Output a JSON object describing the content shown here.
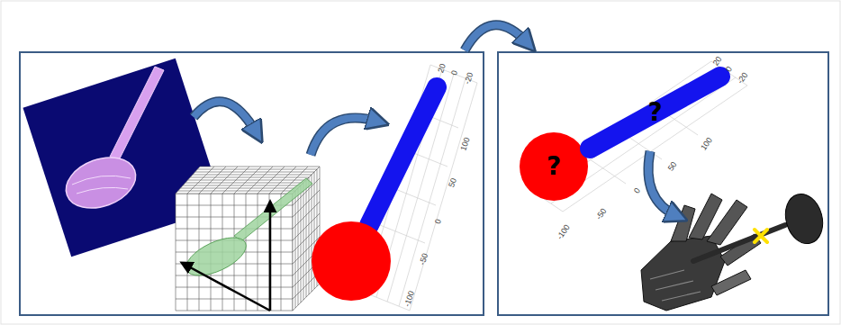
{
  "diagram": {
    "nodes": [
      {
        "text": [
          "?"
        ]
      },
      {
        "text": [
          "?"
        ]
      }
    ],
    "labels": [
      "20",
      "0",
      "-20",
      "100",
      "50",
      "0",
      "-50",
      "-100",
      "20",
      "0",
      "-20",
      "100",
      "50",
      "0",
      "-50",
      "-100"
    ]
  }
}
